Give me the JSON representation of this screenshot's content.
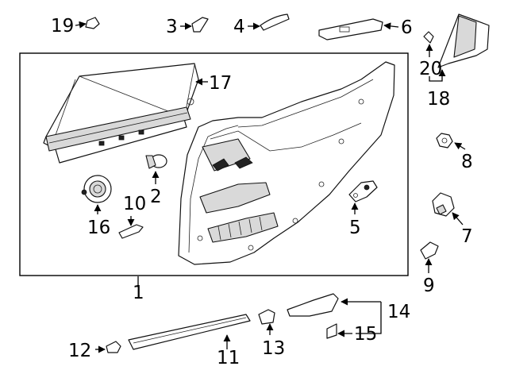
{
  "callouts": {
    "c1": "1",
    "c2": "2",
    "c3": "3",
    "c4": "4",
    "c5": "5",
    "c6": "6",
    "c7": "7",
    "c8": "8",
    "c9": "9",
    "c10": "10",
    "c11": "11",
    "c12": "12",
    "c13": "13",
    "c14": "14",
    "c15": "15",
    "c16": "16",
    "c17": "17",
    "c18": "18",
    "c19": "19",
    "c20": "20"
  },
  "colors": {
    "line": "#000000",
    "part_fill": "#ffffff",
    "shade": "#d9d9d9"
  }
}
